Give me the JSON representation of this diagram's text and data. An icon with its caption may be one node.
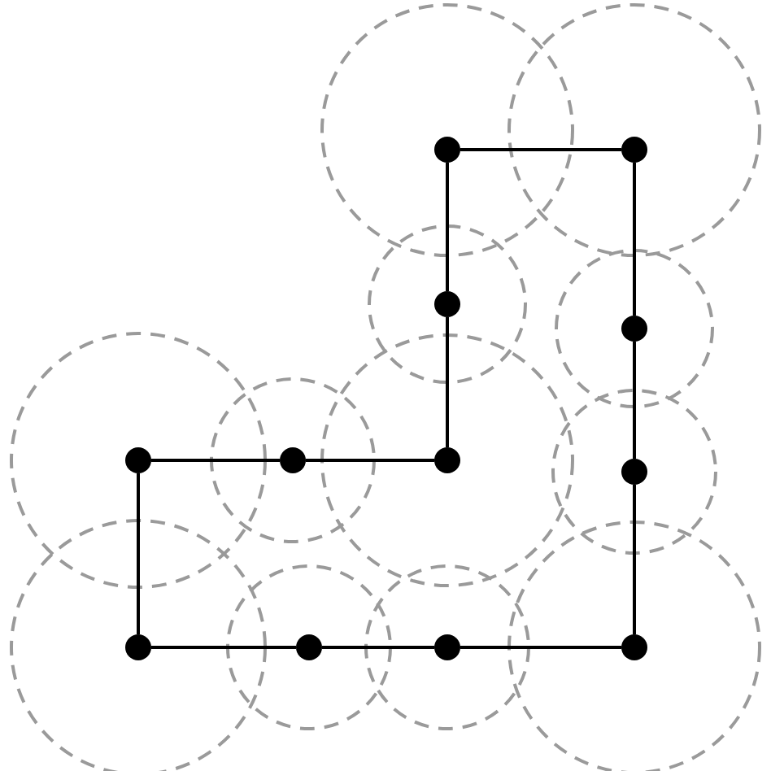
{
  "diagram": {
    "nodes": [
      {
        "text": [],
        "shape": "circle"
      },
      {
        "text": [],
        "shape": "circle"
      },
      {
        "text": [],
        "shape": "circle"
      },
      {
        "text": [],
        "shape": "circle"
      },
      {
        "text": [],
        "shape": "circle"
      },
      {
        "text": [],
        "shape": "circle"
      },
      {
        "text": [],
        "shape": "circle"
      },
      {
        "text": [],
        "shape": "circle"
      },
      {
        "text": [],
        "shape": "circle"
      },
      {
        "text": [],
        "shape": "circle"
      },
      {
        "text": [],
        "shape": "circle"
      },
      {
        "text": [],
        "shape": "circle"
      }
    ],
    "edges": [
      {
        "from": 0,
        "to": 1,
        "arrow": "none"
      },
      {
        "from": 0,
        "to": 2,
        "arrow": "none"
      },
      {
        "from": 2,
        "to": 6,
        "arrow": "none"
      },
      {
        "from": 6,
        "to": 5,
        "arrow": "none"
      },
      {
        "from": 5,
        "to": 4,
        "arrow": "none"
      },
      {
        "from": 4,
        "to": 8,
        "arrow": "none"
      },
      {
        "from": 8,
        "to": 9,
        "arrow": "none"
      },
      {
        "from": 9,
        "to": 10,
        "arrow": "none"
      },
      {
        "from": 10,
        "to": 11,
        "arrow": "none"
      },
      {
        "from": 11,
        "to": 7,
        "arrow": "none"
      },
      {
        "from": 7,
        "to": 3,
        "arrow": "none"
      },
      {
        "from": 3,
        "to": 1,
        "arrow": "none"
      }
    ]
  }
}
